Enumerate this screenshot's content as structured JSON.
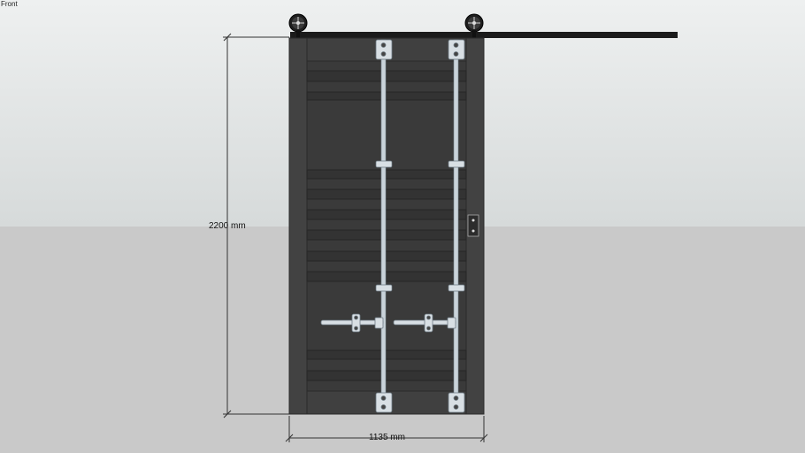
{
  "view": {
    "name": "Front"
  },
  "dimensions": {
    "height_label": "2200 mm",
    "width_label": "1135 mm"
  },
  "colors": {
    "door": "#3a3a3a",
    "frame": "#444444",
    "rail": "#1b1b1b",
    "hardware": "#c9d3da",
    "dimension_line": "#333333"
  }
}
